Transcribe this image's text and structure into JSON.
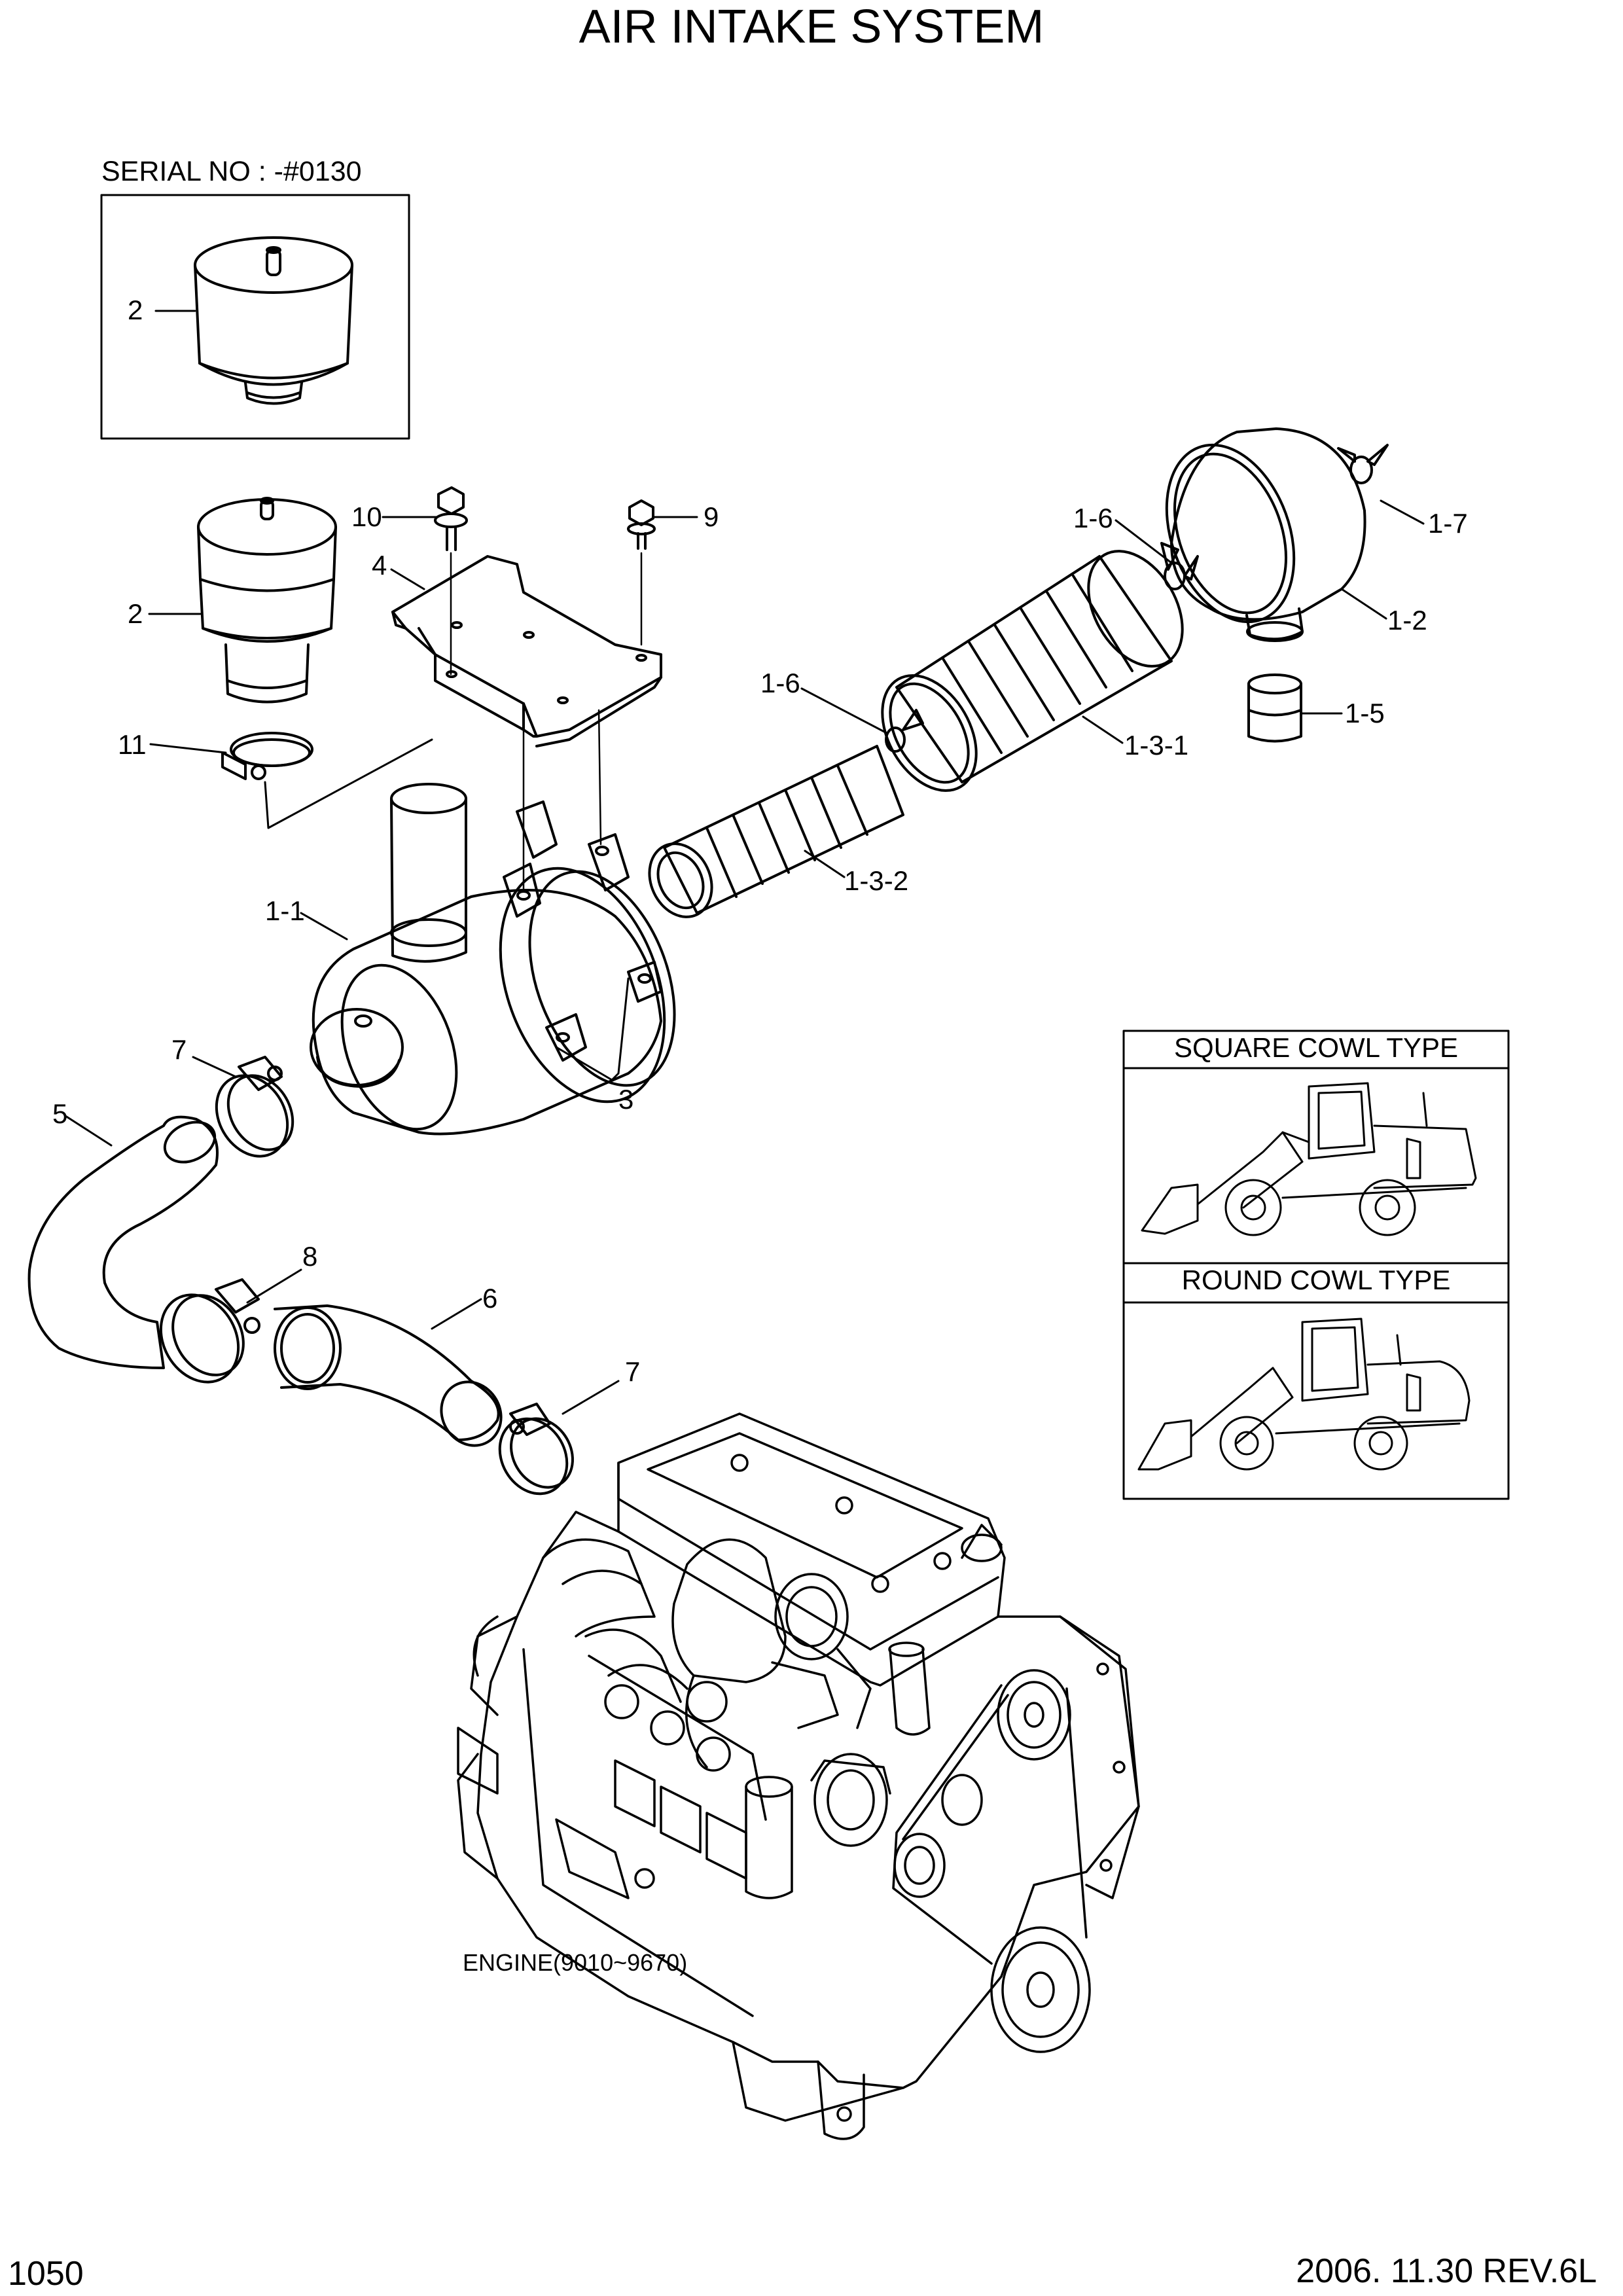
{
  "title": "AIR INTAKE SYSTEM",
  "serial_label": "SERIAL NO : -#0130",
  "engine_label": "ENGINE(9010~9670)",
  "page_number": "1050",
  "date_revision": "2006. 11.30  REV.6L",
  "cowl_types": {
    "square": "SQUARE COWL TYPE",
    "round": "ROUND COWL TYPE"
  },
  "callouts": {
    "c2_top": "2",
    "c10": "10",
    "c9": "9",
    "c4": "4",
    "c2": "2",
    "c11": "11",
    "c1_6_upper": "1-6",
    "c1_7": "1-7",
    "c1_2": "1-2",
    "c1_5": "1-5",
    "c1_6_lower": "1-6",
    "c1_3_1": "1-3-1",
    "c1_3_2": "1-3-2",
    "c1_1": "1-1",
    "c3": "3",
    "c7_upper": "7",
    "c5": "5",
    "c8": "8",
    "c6": "6",
    "c7_lower": "7"
  }
}
